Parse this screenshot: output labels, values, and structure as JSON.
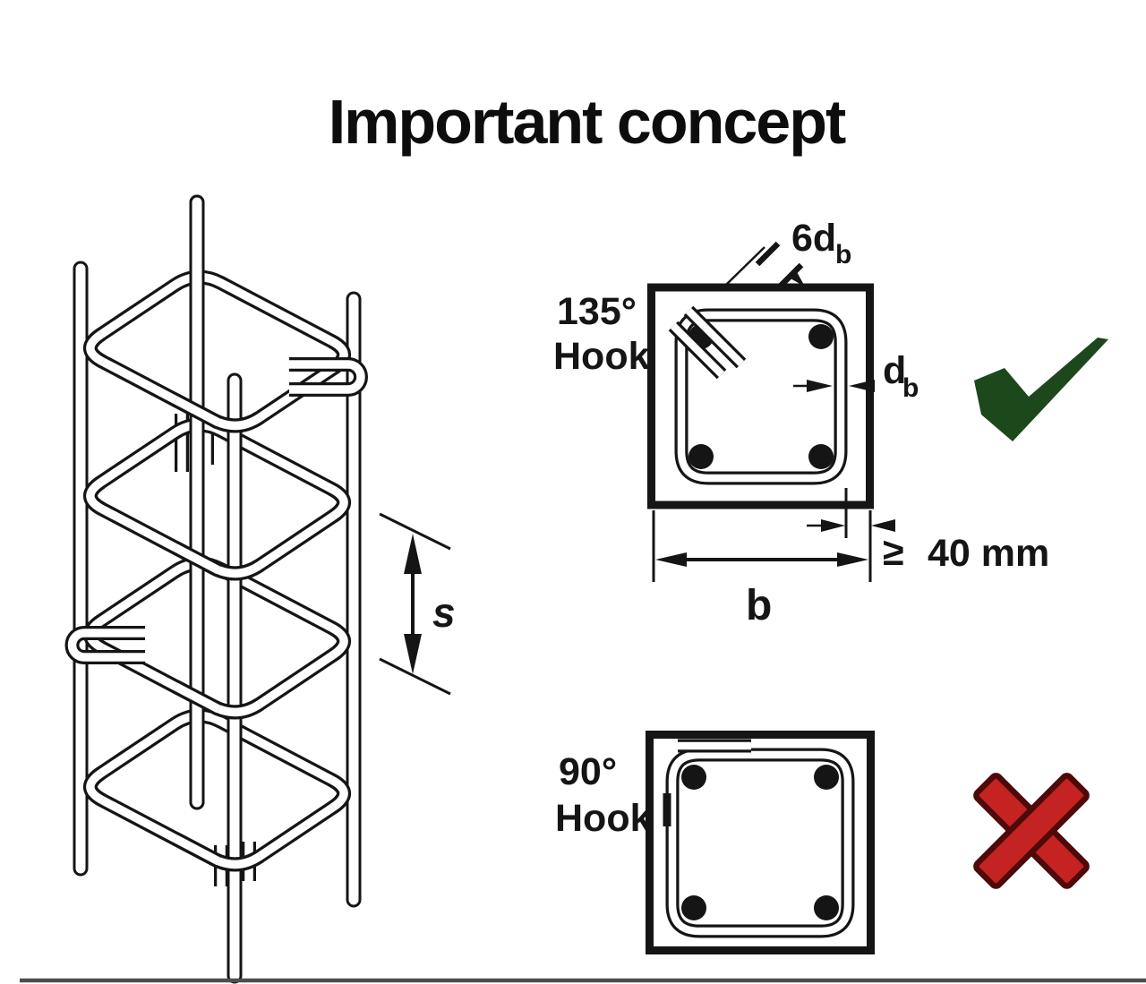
{
  "title": "Important concept",
  "elevation": {
    "spacing_label": "s"
  },
  "section_135": {
    "label_line1": "135°",
    "label_line2": "Hook",
    "hook_length_main": "6d",
    "hook_length_sub": "b",
    "bar_dia_main": "d",
    "bar_dia_sub": "b",
    "width_label": "b",
    "cover_symbol": "≥",
    "cover_value": "40 mm"
  },
  "section_90": {
    "label_line1": "90°",
    "label_line2": "Hook"
  },
  "icons": {
    "correct": "check-icon",
    "incorrect": "cross-icon"
  },
  "colors": {
    "line": "#151515",
    "ground": "#4e4e4e",
    "check_green": "#1c481c",
    "cross_red": "#c52222",
    "cross_red_dark": "#4e0909"
  }
}
